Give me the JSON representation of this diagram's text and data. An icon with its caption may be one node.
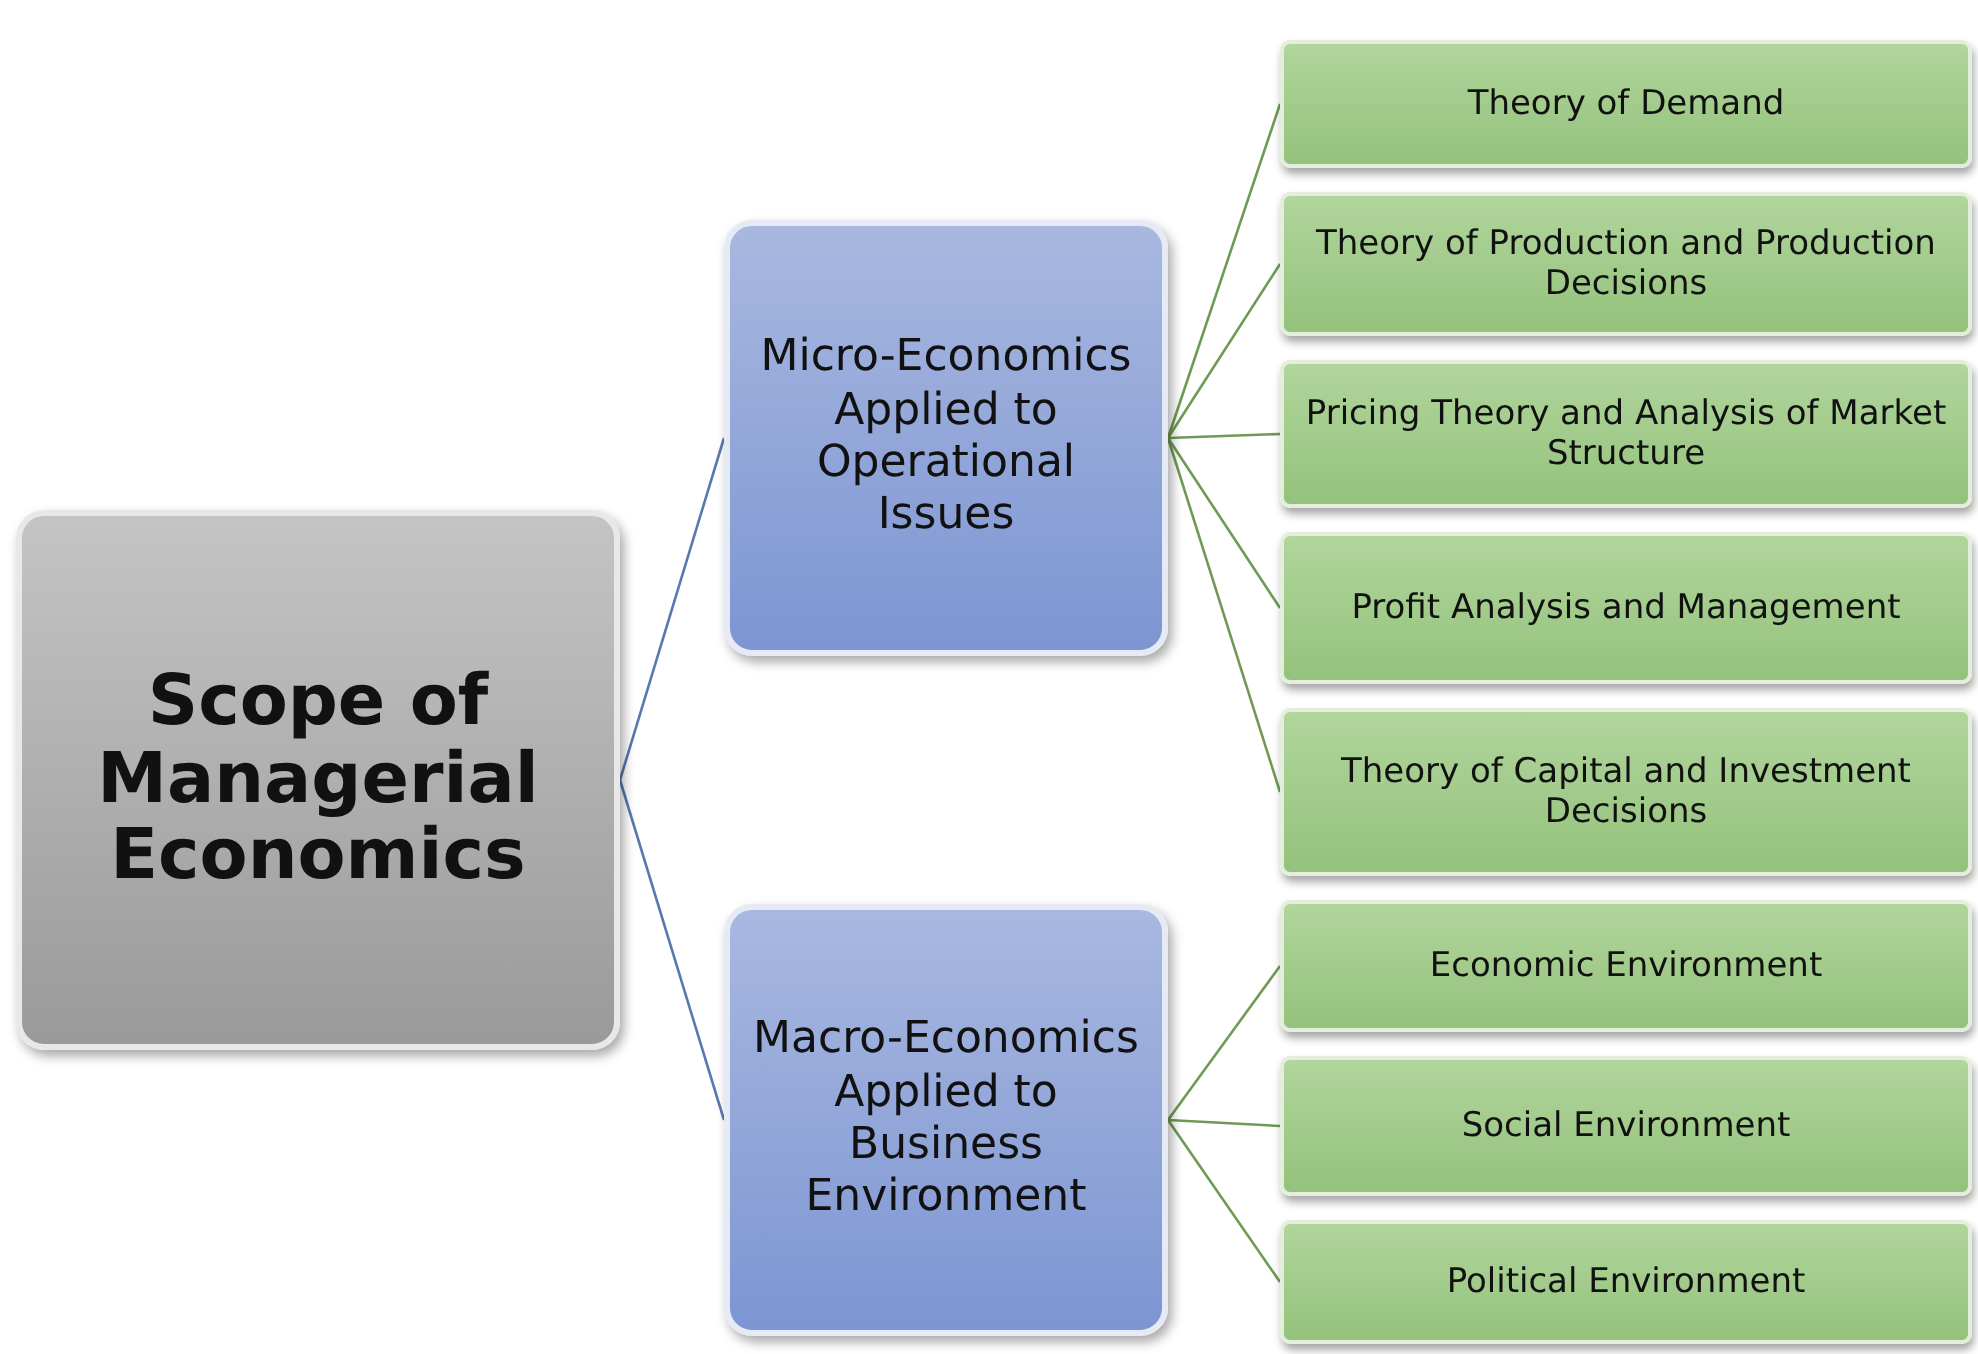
{
  "diagram": {
    "nodes": [
      {
        "text": [
          "Scope of Managerial Economics"
        ]
      },
      {
        "text": [
          "Micro-Economics Applied to Operational Issues"
        ]
      },
      {
        "text": [
          "Theory of Demand"
        ]
      },
      {
        "text": [
          "Theory of Production and Production Decisions"
        ]
      },
      {
        "text": [
          "Pricing Theory and Analysis of Market Structure"
        ]
      },
      {
        "text": [
          "Profit Analysis and Management"
        ]
      },
      {
        "text": [
          "Theory of Capital and Investment Decisions"
        ]
      },
      {
        "text": [
          "Macro-Economics Applied to Business Environment"
        ]
      },
      {
        "text": [
          "Economic Environment"
        ]
      },
      {
        "text": [
          "Social Environment"
        ]
      },
      {
        "text": [
          "Political Environment"
        ]
      }
    ],
    "edges": [
      {
        "from": 0,
        "to": 1,
        "arrow": "none",
        "color": "#5a78b0"
      },
      {
        "from": 0,
        "to": 7,
        "arrow": "none",
        "color": "#5a78b0"
      },
      {
        "from": 1,
        "to": 2,
        "arrow": "none"
      },
      {
        "from": 1,
        "to": 3,
        "arrow": "none"
      },
      {
        "from": 1,
        "to": 4,
        "arrow": "none"
      },
      {
        "from": 1,
        "to": 5,
        "arrow": "none"
      },
      {
        "from": 1,
        "to": 6,
        "arrow": "none"
      },
      {
        "from": 7,
        "to": 8,
        "arrow": "none"
      },
      {
        "from": 7,
        "to": 9,
        "arrow": "none"
      },
      {
        "from": 7,
        "to": 10,
        "arrow": "none"
      }
    ]
  }
}
